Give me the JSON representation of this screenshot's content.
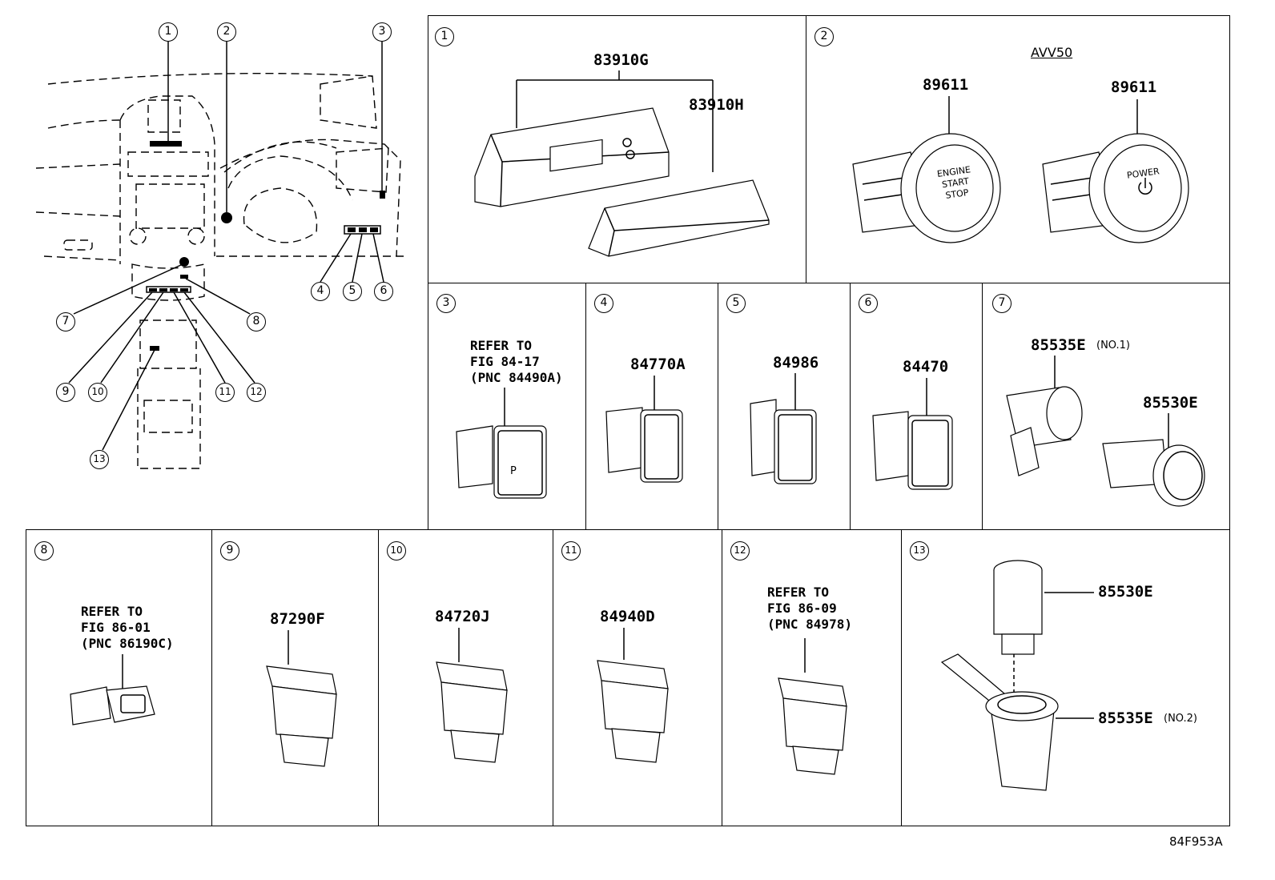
{
  "figure_code": "84F953A",
  "overview": {
    "callouts": [
      "1",
      "2",
      "3",
      "4",
      "5",
      "6",
      "7",
      "8",
      "9",
      "10",
      "11",
      "12",
      "13"
    ]
  },
  "panels": {
    "p1": {
      "num": "1",
      "parts": [
        "83910G",
        "83910H"
      ]
    },
    "p2": {
      "num": "2",
      "model": "AVV50",
      "parts": [
        "89611",
        "89611"
      ],
      "labels": [
        "ENGINE\nSTART\nSTOP",
        "POWER"
      ]
    },
    "p3": {
      "num": "3",
      "note": "REFER TO\nFIG 84-17\n(PNC 84490A)"
    },
    "p4": {
      "num": "4",
      "part": "84770A"
    },
    "p5": {
      "num": "5",
      "part": "84986"
    },
    "p6": {
      "num": "6",
      "part": "84470"
    },
    "p7": {
      "num": "7",
      "parts": [
        "85535E",
        "85530E"
      ],
      "qualifier": "(NO.1)"
    },
    "p8": {
      "num": "8",
      "note": "REFER TO\nFIG 86-01\n(PNC 86190C)"
    },
    "p9": {
      "num": "9",
      "part": "87290F"
    },
    "p10": {
      "num": "10",
      "part": "84720J"
    },
    "p11": {
      "num": "11",
      "part": "84940D"
    },
    "p12": {
      "num": "12",
      "note": "REFER TO\nFIG 86-09\n(PNC 84978)"
    },
    "p13": {
      "num": "13",
      "parts": [
        "85530E",
        "85535E"
      ],
      "qualifier": "(NO.2)"
    }
  }
}
